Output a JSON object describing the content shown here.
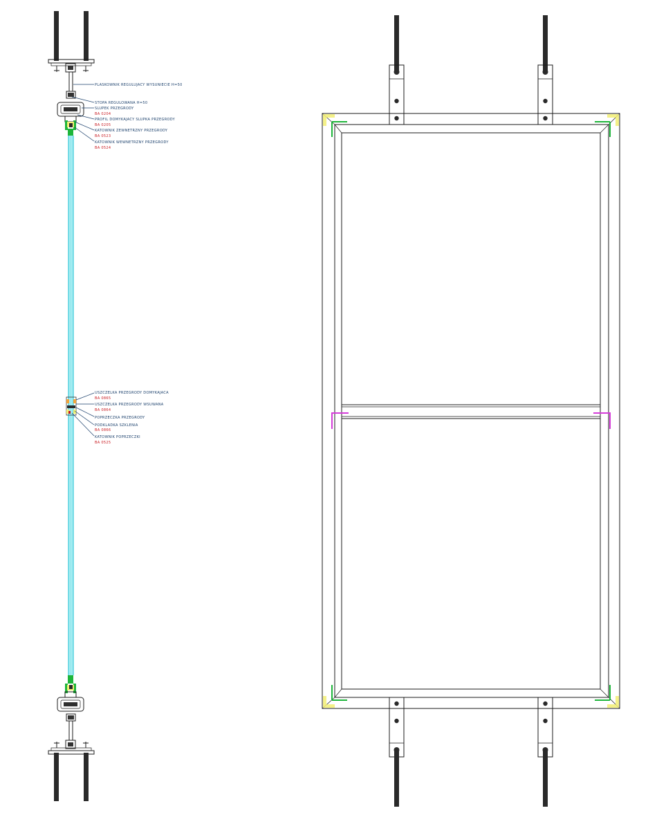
{
  "section_view": {
    "top_annotations": [
      {
        "label": "PLASKOWNIK REGULUJACY WYSUNIECIE H=50",
        "code": ""
      },
      {
        "label": "STOPA REGULOWANA H=50",
        "code": ""
      },
      {
        "label": "SLUPEK PRZEGRODY",
        "code": "BA 0204"
      },
      {
        "label": "PROFIL DOMYKAJACY SLUPKA PRZEGRODY",
        "code": "BA 0205"
      },
      {
        "label": "KATOWNIK ZEWNETRZNY PRZEGRODY",
        "code": "BA 0523"
      },
      {
        "label": "KATOWNIK WEWNETRZNY PRZEGRODY",
        "code": "BA 0524"
      }
    ],
    "middle_annotations": [
      {
        "label": "USZCZELKA PRZEGRODY DOMYKAJACA",
        "code": "BA 0865"
      },
      {
        "label": "USZCZELKA PRZEGRODY WSUWANA",
        "code": "BA 0864"
      },
      {
        "label": "POPRZECZKA PRZEGRODY",
        "code": ""
      },
      {
        "label": "PODKLADKA SZKLENIA",
        "code": "BA 0866"
      },
      {
        "label": "KATOWNIK POPRZECZKI",
        "code": "BA 0525"
      }
    ]
  },
  "colors": {
    "line": "#1b1b1b",
    "glass": "#35c8d8",
    "label_text": "#1a3f6b",
    "code_text": "#c8181e",
    "corner_green": "#1db53a",
    "corner_yellow": "#f2ef74",
    "transom_bracket": "#d43ad8"
  }
}
